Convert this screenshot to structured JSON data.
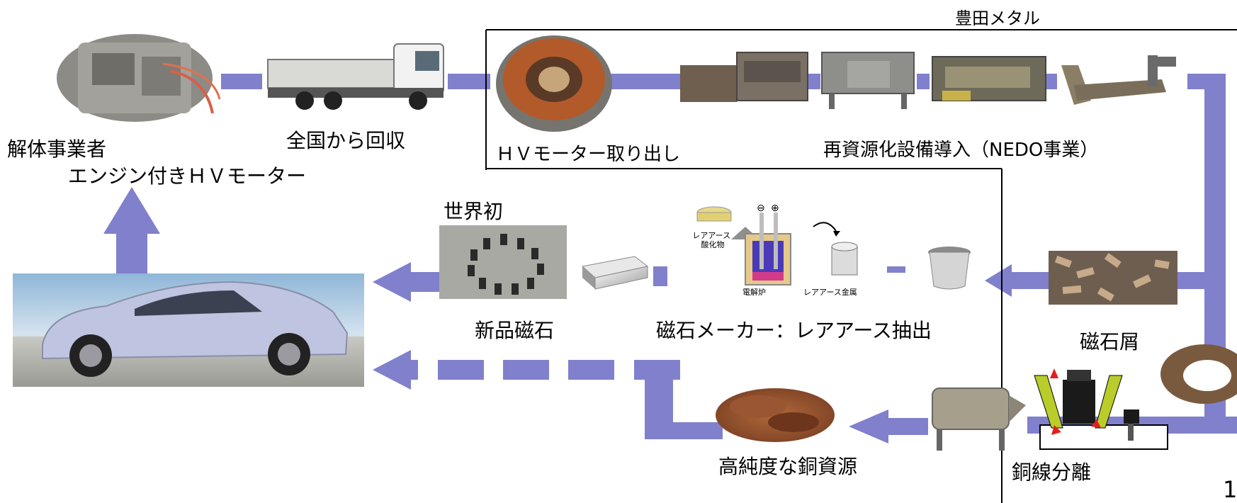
{
  "title": "",
  "labels": {
    "company": "豊田メタル",
    "dismantler": "解体事業者",
    "engine_motor": "エンジン付きＨＶモーター",
    "collection": "全国から回収",
    "motor_removal": "ＨＶモーター取り出し",
    "recycling_equipment": "再資源化設備導入（NEDO事業）",
    "world_first": "世界初",
    "new_magnet": "新品磁石",
    "magnet_maker": "磁石メーカー：レアアース抽出",
    "magnet_scrap": "磁石屑",
    "copper_resource": "高純度な銅資源",
    "copper_separation": "銅線分離",
    "page_number": "1"
  },
  "electrolysis_labels": {
    "oxide": "レアアース\n酸化物",
    "furnace": "電解炉",
    "metal": "レアアース金属",
    "minus": "⊖",
    "plus": "⊕"
  },
  "colors": {
    "flow": "#8080cc",
    "flow_dark": "#6f6fc0",
    "car_body": "#bfc4e0",
    "copper": "#8a4b2a",
    "motor_copper": "#b35a2a",
    "metal_gray": "#8a8a86",
    "frame_line": "#000000"
  },
  "icons": [
    "engine-motor-image",
    "truck-image",
    "stator-image",
    "machine-1-image",
    "machine-2-image",
    "machine-3-image",
    "conveyor-image",
    "prius-image",
    "ring-magnets-image",
    "magnet-block-icon",
    "electrolysis-diagram",
    "bucket-icon",
    "magnet-scrap-image",
    "copper-pile-image",
    "drum-separator-image",
    "press-diagram",
    "motor-ring-image"
  ]
}
